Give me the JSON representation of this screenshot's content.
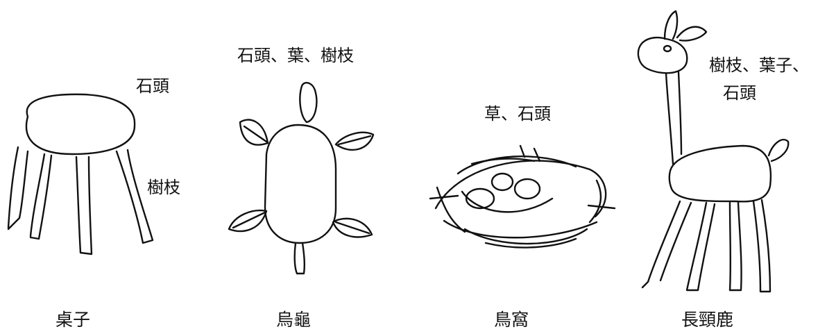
{
  "drawings": [
    {
      "name": "桌子",
      "materials": [
        "石頭",
        "樹枝"
      ]
    },
    {
      "name": "烏龜",
      "materials": [
        "石頭、葉、樹枝"
      ]
    },
    {
      "name": "鳥窩",
      "materials": [
        "草、石頭"
      ]
    },
    {
      "name": "長頸鹿",
      "materials": [
        "樹枝、葉子、",
        "石頭"
      ]
    }
  ]
}
